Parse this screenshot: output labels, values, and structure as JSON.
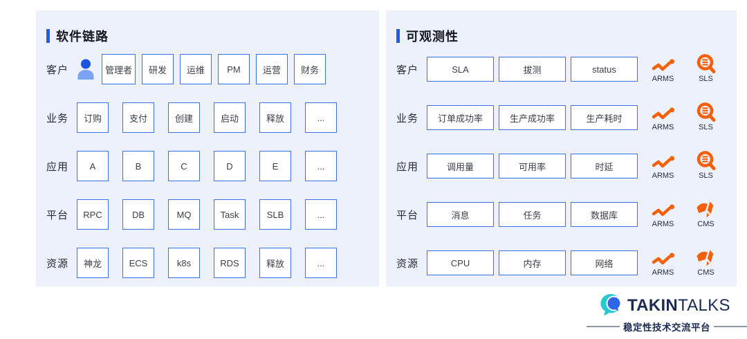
{
  "colors": {
    "panel_bg": "#EDF1FB",
    "box_border": "#3B6FE6",
    "accent_blue": "#1E5EE5",
    "orange": "#F4610A",
    "navy": "#1B2B52"
  },
  "left_panel": {
    "title": "软件链路",
    "rows": [
      {
        "label": "客户",
        "icon": "person-icon",
        "boxes": [
          "管理者",
          "研发",
          "运维",
          "PM",
          "运营",
          "财务"
        ]
      },
      {
        "label": "业务",
        "boxes": [
          "订购",
          "支付",
          "创建",
          "启动",
          "释放",
          "..."
        ]
      },
      {
        "label": "应用",
        "boxes": [
          "A",
          "B",
          "C",
          "D",
          "E",
          "..."
        ]
      },
      {
        "label": "平台",
        "boxes": [
          "RPC",
          "DB",
          "MQ",
          "Task",
          "SLB",
          "..."
        ]
      },
      {
        "label": "资源",
        "boxes": [
          "神龙",
          "ECS",
          "k8s",
          "RDS",
          "释放",
          "..."
        ]
      }
    ]
  },
  "right_panel": {
    "title": "可观测性",
    "rows": [
      {
        "label": "客户",
        "boxes": [
          "SLA",
          "拔测",
          "status"
        ],
        "tools": [
          {
            "icon": "arms-icon",
            "label": "ARMS"
          },
          {
            "icon": "sls-icon",
            "label": "SLS"
          }
        ]
      },
      {
        "label": "业务",
        "boxes": [
          "订单成功率",
          "生产成功率",
          "生产耗时"
        ],
        "tools": [
          {
            "icon": "arms-icon",
            "label": "ARMS"
          },
          {
            "icon": "sls-icon",
            "label": "SLS"
          }
        ]
      },
      {
        "label": "应用",
        "boxes": [
          "调用量",
          "可用率",
          "时延"
        ],
        "tools": [
          {
            "icon": "arms-icon",
            "label": "ARMS"
          },
          {
            "icon": "sls-icon",
            "label": "SLS"
          }
        ]
      },
      {
        "label": "平台",
        "boxes": [
          "消息",
          "任务",
          "数据库"
        ],
        "tools": [
          {
            "icon": "arms-icon",
            "label": "ARMS"
          },
          {
            "icon": "cms-icon",
            "label": "CMS"
          }
        ]
      },
      {
        "label": "资源",
        "boxes": [
          "CPU",
          "内存",
          "网络"
        ],
        "tools": [
          {
            "icon": "arms-icon",
            "label": "ARMS"
          },
          {
            "icon": "cms-icon",
            "label": "CMS"
          }
        ]
      }
    ]
  },
  "footer": {
    "logo_icon": "speech-bubbles-icon",
    "brand_bold": "TAKIN",
    "brand_light": "TALKS",
    "tagline": "稳定性技术交流平台"
  }
}
